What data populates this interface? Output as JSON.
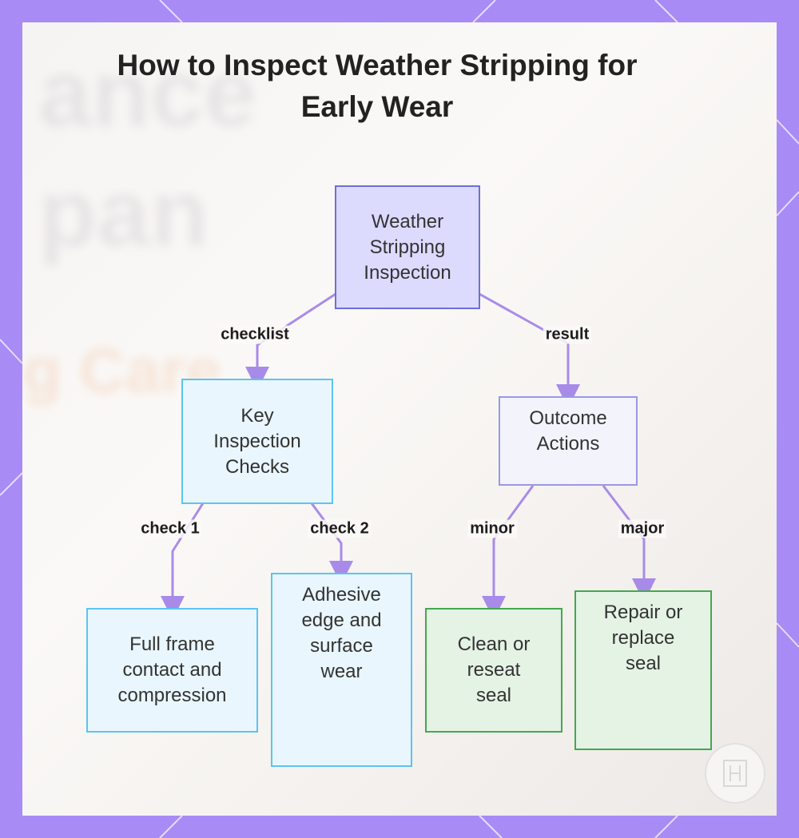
{
  "title": "How to Inspect Weather Stripping for Early Wear",
  "nodes": {
    "root": "Weather Stripping Inspection",
    "checks": "Key Inspection Checks",
    "outcome": "Outcome Actions",
    "check1": "Full frame contact and compression",
    "check2": "Adhesive edge and surface wear",
    "minor": "Clean or reseat seal",
    "major": "Repair or replace seal"
  },
  "edges": {
    "checklist": "checklist",
    "result": "result",
    "check1": "check 1",
    "check2": "check 2",
    "minor": "minor",
    "major": "major"
  },
  "colors": {
    "frame": "#a88bf5",
    "edge": "#a88be8",
    "root_fill": "#dcdafd",
    "root_border": "#6e6fd6",
    "check_fill": "#e9f6fd",
    "check_border": "#5cc4ef",
    "outcome_fill": "#f3f3fc",
    "outcome_border": "#9a98e6",
    "action_fill": "#e4f3e4",
    "action_border": "#44a84f"
  },
  "icons": {
    "watermark": "logo-watermark-icon"
  }
}
